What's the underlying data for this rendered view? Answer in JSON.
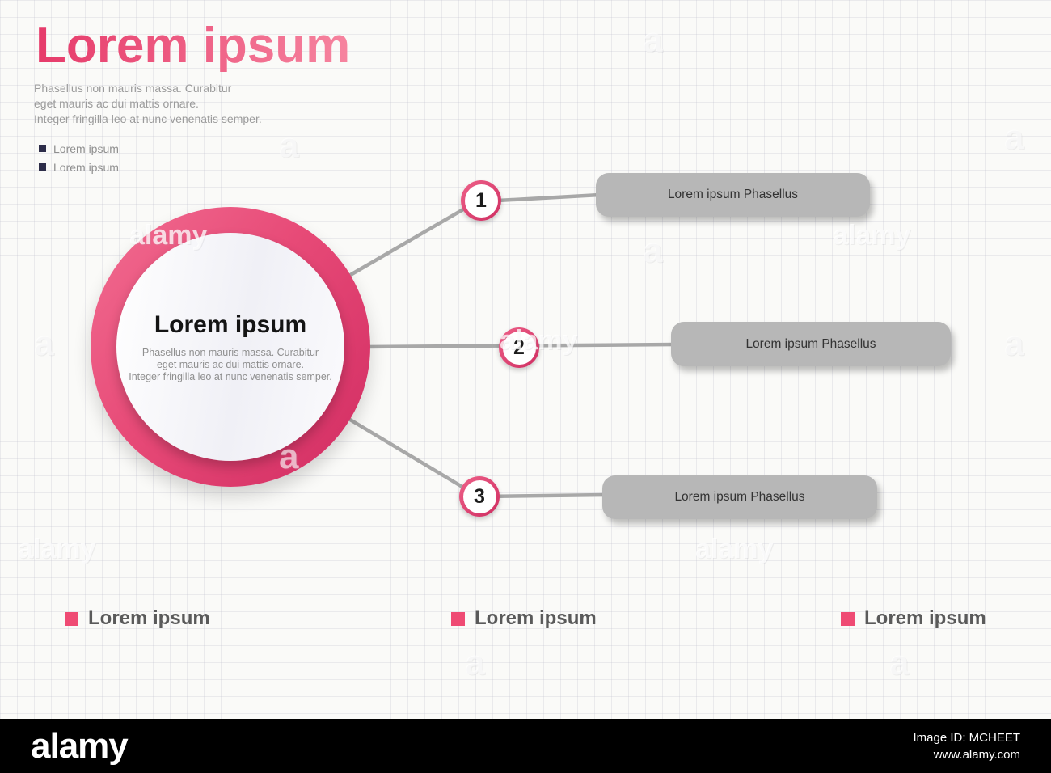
{
  "header": {
    "title": "Lorem ipsum",
    "subtitle": [
      "Phasellus non mauris massa.  Curabitur",
      "eget mauris ac dui mattis ornare.",
      "Integer fringilla leo at nunc venenatis semper."
    ],
    "bullets": [
      "Lorem ipsum",
      "Lorem ipsum"
    ]
  },
  "center": {
    "title": "Lorem ipsum",
    "body": [
      "Phasellus non mauris massa.  Curabitur",
      "eget mauris ac dui mattis ornare.",
      "Integer fringilla leo at nunc venenatis semper."
    ]
  },
  "nodes": [
    {
      "number": "1",
      "label": "Lorem ipsum Phasellus"
    },
    {
      "number": "2",
      "label": "Lorem ipsum Phasellus"
    },
    {
      "number": "3",
      "label": "Lorem ipsum Phasellus"
    }
  ],
  "legend": [
    "Lorem ipsum",
    "Lorem ipsum",
    "Lorem ipsum"
  ],
  "watermark": {
    "brand": "alamy",
    "letter": "a"
  },
  "footer": {
    "brand": "alamy",
    "image_id": "Image ID: MCHEET",
    "url": "www.alamy.com"
  },
  "colors": {
    "accent": "#e8476f",
    "title_gradient_start": "#e63a6a",
    "title_gradient_end": "#f6849f",
    "gray_box": "#b7b7b7",
    "connector_line": "#a8a8a8",
    "footer_bg": "#000000"
  }
}
